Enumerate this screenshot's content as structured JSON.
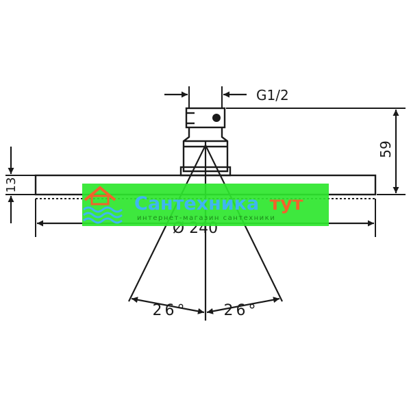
{
  "dimensions": {
    "thread": "G1/2",
    "height_total": "59",
    "plate_thickness": "13",
    "diameter": "Ø 240",
    "angle_left": "26°",
    "angle_right": "26°"
  },
  "watermark": {
    "brand_main": "Сантехника",
    "brand_accent": "тут",
    "tagline": "интернет-магазин сантехники",
    "colors": {
      "band": "#2ee62e",
      "brand_main": "#3fb6f0",
      "brand_accent": "#f2622b",
      "logo_roof": "#f2622b",
      "logo_waves": "#3fb6f0"
    }
  },
  "colors": {
    "line": "#1a1a1a",
    "background": "#ffffff"
  }
}
